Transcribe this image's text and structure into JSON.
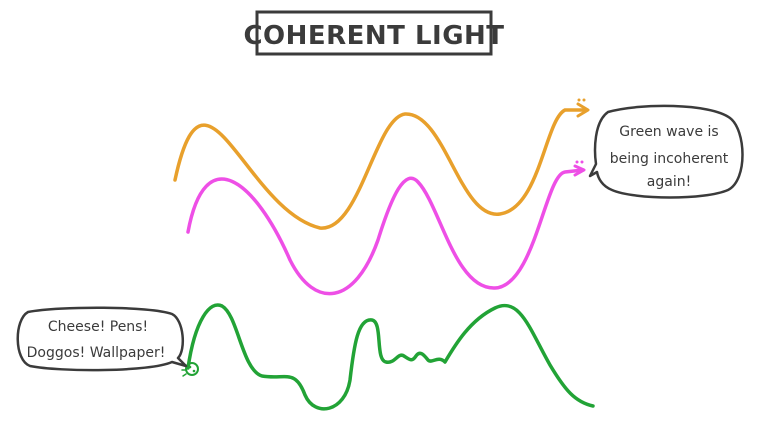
{
  "title": "COHERENT LIGHT",
  "speech_right": {
    "lines": [
      "Green wave is",
      "being incoherent",
      "again!"
    ]
  },
  "speech_left": {
    "lines": [
      "Cheese! Pens!",
      "Doggos! Wallpaper!"
    ]
  },
  "colors": {
    "orange_wave": "#e8a02c",
    "magenta_wave": "#ee4fe6",
    "green_wave": "#22a336",
    "ink": "#3b3b3b"
  }
}
